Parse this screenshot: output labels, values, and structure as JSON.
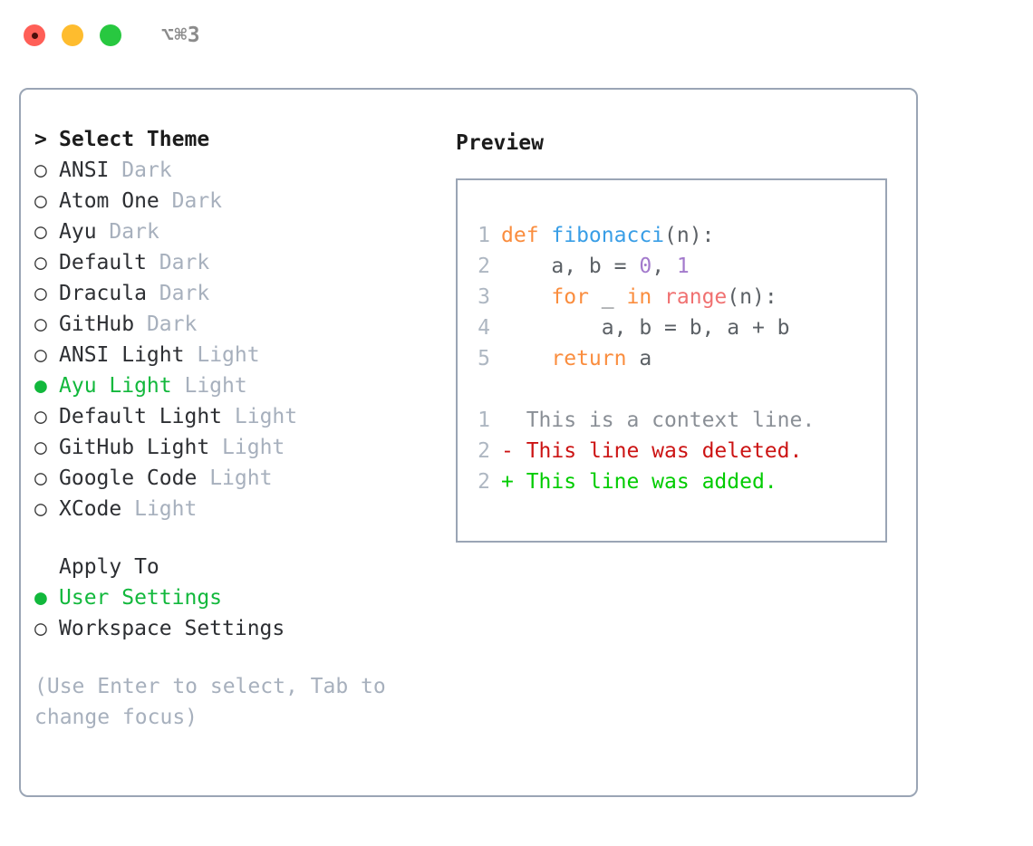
{
  "titlebar": {
    "shortcut": "⌥⌘3",
    "dots": [
      {
        "name": "close",
        "color": "#ff5f57"
      },
      {
        "name": "minimize",
        "color": "#febc2e"
      },
      {
        "name": "maximize",
        "color": "#28c840"
      }
    ]
  },
  "theme_picker": {
    "prompt": ">",
    "heading": "Select Theme",
    "marker_selected": "●",
    "marker_unselected": "○",
    "items": [
      {
        "name": "ANSI",
        "kind": "Dark",
        "selected": false
      },
      {
        "name": "Atom One",
        "kind": "Dark",
        "selected": false
      },
      {
        "name": "Ayu",
        "kind": "Dark",
        "selected": false
      },
      {
        "name": "Default",
        "kind": "Dark",
        "selected": false
      },
      {
        "name": "Dracula",
        "kind": "Dark",
        "selected": false
      },
      {
        "name": "GitHub",
        "kind": "Dark",
        "selected": false
      },
      {
        "name": "ANSI Light",
        "kind": "Light",
        "selected": false
      },
      {
        "name": "Ayu Light",
        "kind": "Light",
        "selected": true
      },
      {
        "name": "Default Light",
        "kind": "Light",
        "selected": false
      },
      {
        "name": "GitHub Light",
        "kind": "Light",
        "selected": false
      },
      {
        "name": "Google Code",
        "kind": "Light",
        "selected": false
      },
      {
        "name": "XCode",
        "kind": "Light",
        "selected": false
      }
    ]
  },
  "apply_to": {
    "heading": "Apply To",
    "items": [
      {
        "name": "User Settings",
        "selected": true
      },
      {
        "name": "Workspace Settings",
        "selected": false
      }
    ]
  },
  "hint": "(Use Enter to select, Tab to change focus)",
  "preview": {
    "title": "Preview",
    "code_lines": [
      {
        "number": "1",
        "tokens": [
          {
            "text": "def ",
            "type": "kw"
          },
          {
            "text": "fibonacci",
            "type": "fn"
          },
          {
            "text": "(n):",
            "type": "punct"
          }
        ]
      },
      {
        "number": "2",
        "tokens": [
          {
            "text": "    a, b = ",
            "type": "var"
          },
          {
            "text": "0",
            "type": "num"
          },
          {
            "text": ", ",
            "type": "var"
          },
          {
            "text": "1",
            "type": "num"
          }
        ]
      },
      {
        "number": "3",
        "tokens": [
          {
            "text": "    ",
            "type": "var"
          },
          {
            "text": "for",
            "type": "kw"
          },
          {
            "text": " _ ",
            "type": "var"
          },
          {
            "text": "in",
            "type": "kw"
          },
          {
            "text": " ",
            "type": "var"
          },
          {
            "text": "range",
            "type": "builtin"
          },
          {
            "text": "(n):",
            "type": "punct"
          }
        ]
      },
      {
        "number": "4",
        "tokens": [
          {
            "text": "        a, b = b, a + b",
            "type": "var"
          }
        ]
      },
      {
        "number": "5",
        "tokens": [
          {
            "text": "    ",
            "type": "var"
          },
          {
            "text": "return",
            "type": "kw"
          },
          {
            "text": " a",
            "type": "var"
          }
        ]
      }
    ],
    "diff_lines": [
      {
        "number": "1",
        "marker": " ",
        "text": " This is a context line.",
        "type": "ctx"
      },
      {
        "number": "2",
        "marker": "-",
        "text": " This line was deleted.",
        "type": "del"
      },
      {
        "number": "2",
        "marker": "+",
        "text": " This line was added.",
        "type": "add"
      }
    ]
  },
  "colors": {
    "accent_green": "#12b83c",
    "border": "#9aa5b5",
    "muted": "#a7b0bd",
    "keyword": "#fa8d3e",
    "function": "#399ee6",
    "number": "#a37acc",
    "builtin": "#f07171",
    "diff_deleted": "#cc1414",
    "diff_added": "#00cc00"
  }
}
